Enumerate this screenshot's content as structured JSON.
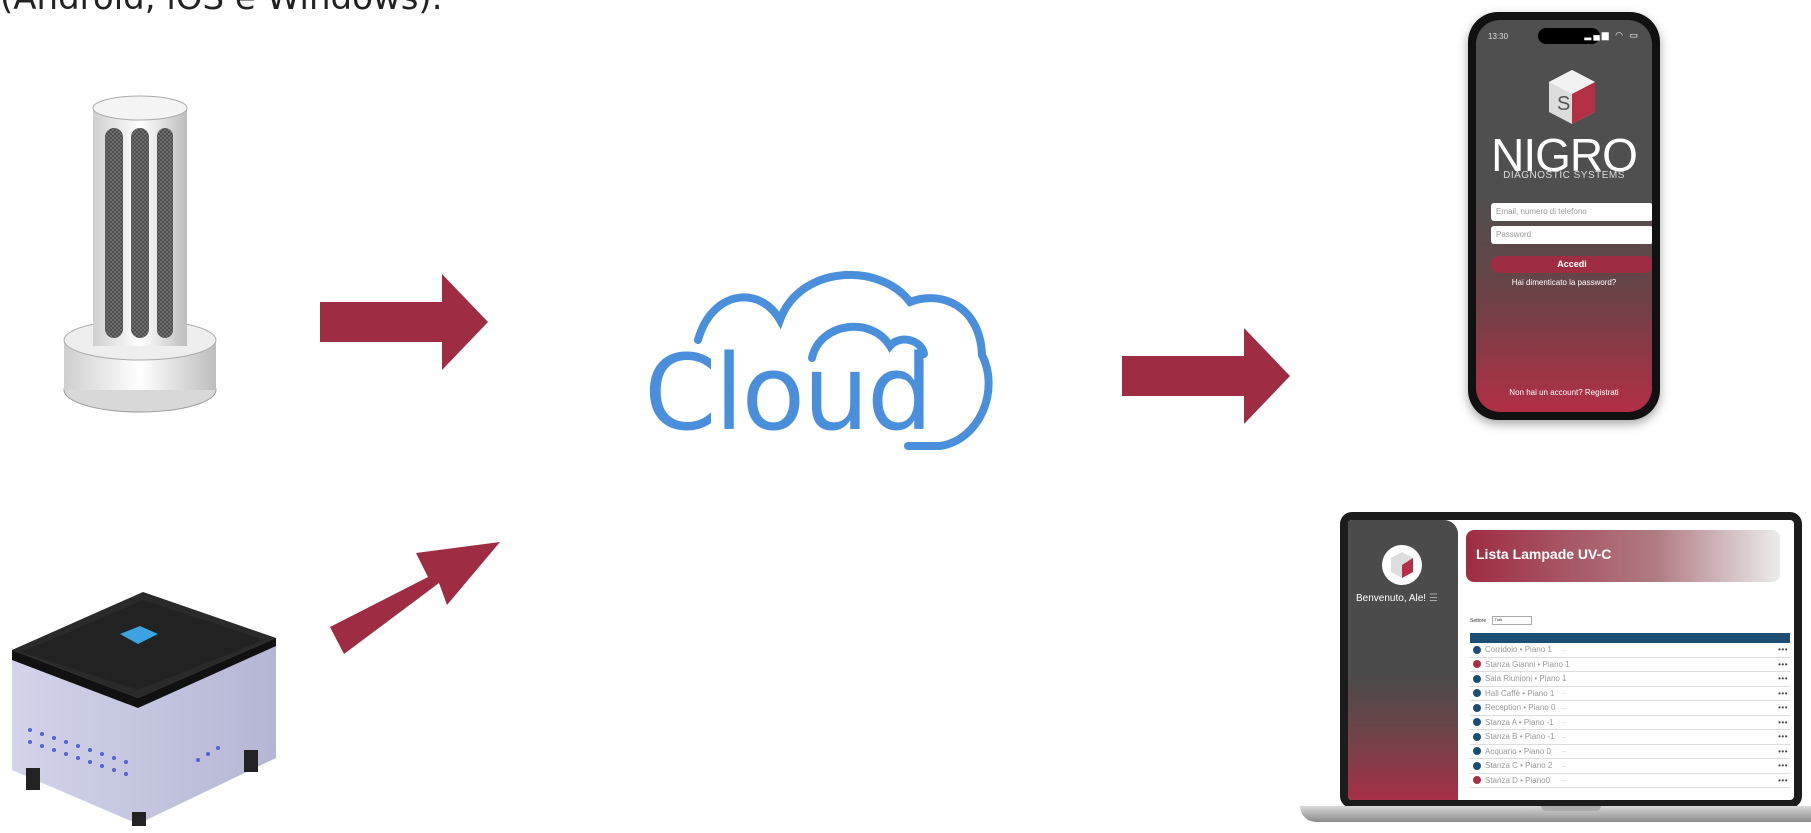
{
  "caption": "(Android, iOS e Windows).",
  "cloud": {
    "label": "Cloud"
  },
  "colors": {
    "arrow": "#9e2c42",
    "cloud": "#4a8fdc"
  },
  "phone": {
    "time": "13:30",
    "brand": "NIGRO",
    "brand_sub": "DIAGNOSTIC SYSTEMS",
    "email_placeholder": "Email, numero di telefono",
    "password_placeholder": "Password",
    "login_button": "Accedi",
    "forgot_password": "Hai dimenticato la password?",
    "register": "Non hai un account? Registrati"
  },
  "laptop": {
    "welcome": "Benvenuto, Ale!",
    "title": "Lista Lampade UV-C",
    "filter_label": "Settore",
    "filter_value": "Tutti",
    "rows": [
      {
        "name": "Corridoio • Piano 1",
        "status": "blue"
      },
      {
        "name": "Stanza Gianni • Piano 1",
        "status": "red"
      },
      {
        "name": "Sala Riunioni • Piano 1",
        "status": "blue"
      },
      {
        "name": "Hall Caffè • Piano 1",
        "status": "blue"
      },
      {
        "name": "Reception • Piano 0",
        "status": "blue"
      },
      {
        "name": "Stanza A • Piano -1",
        "status": "blue"
      },
      {
        "name": "Stanza B • Piano -1",
        "status": "blue"
      },
      {
        "name": "Acquario • Piano 0",
        "status": "blue"
      },
      {
        "name": "Stanza C • Piano 2",
        "status": "blue"
      },
      {
        "name": "Stanza D • Piano0",
        "status": "red"
      }
    ]
  }
}
